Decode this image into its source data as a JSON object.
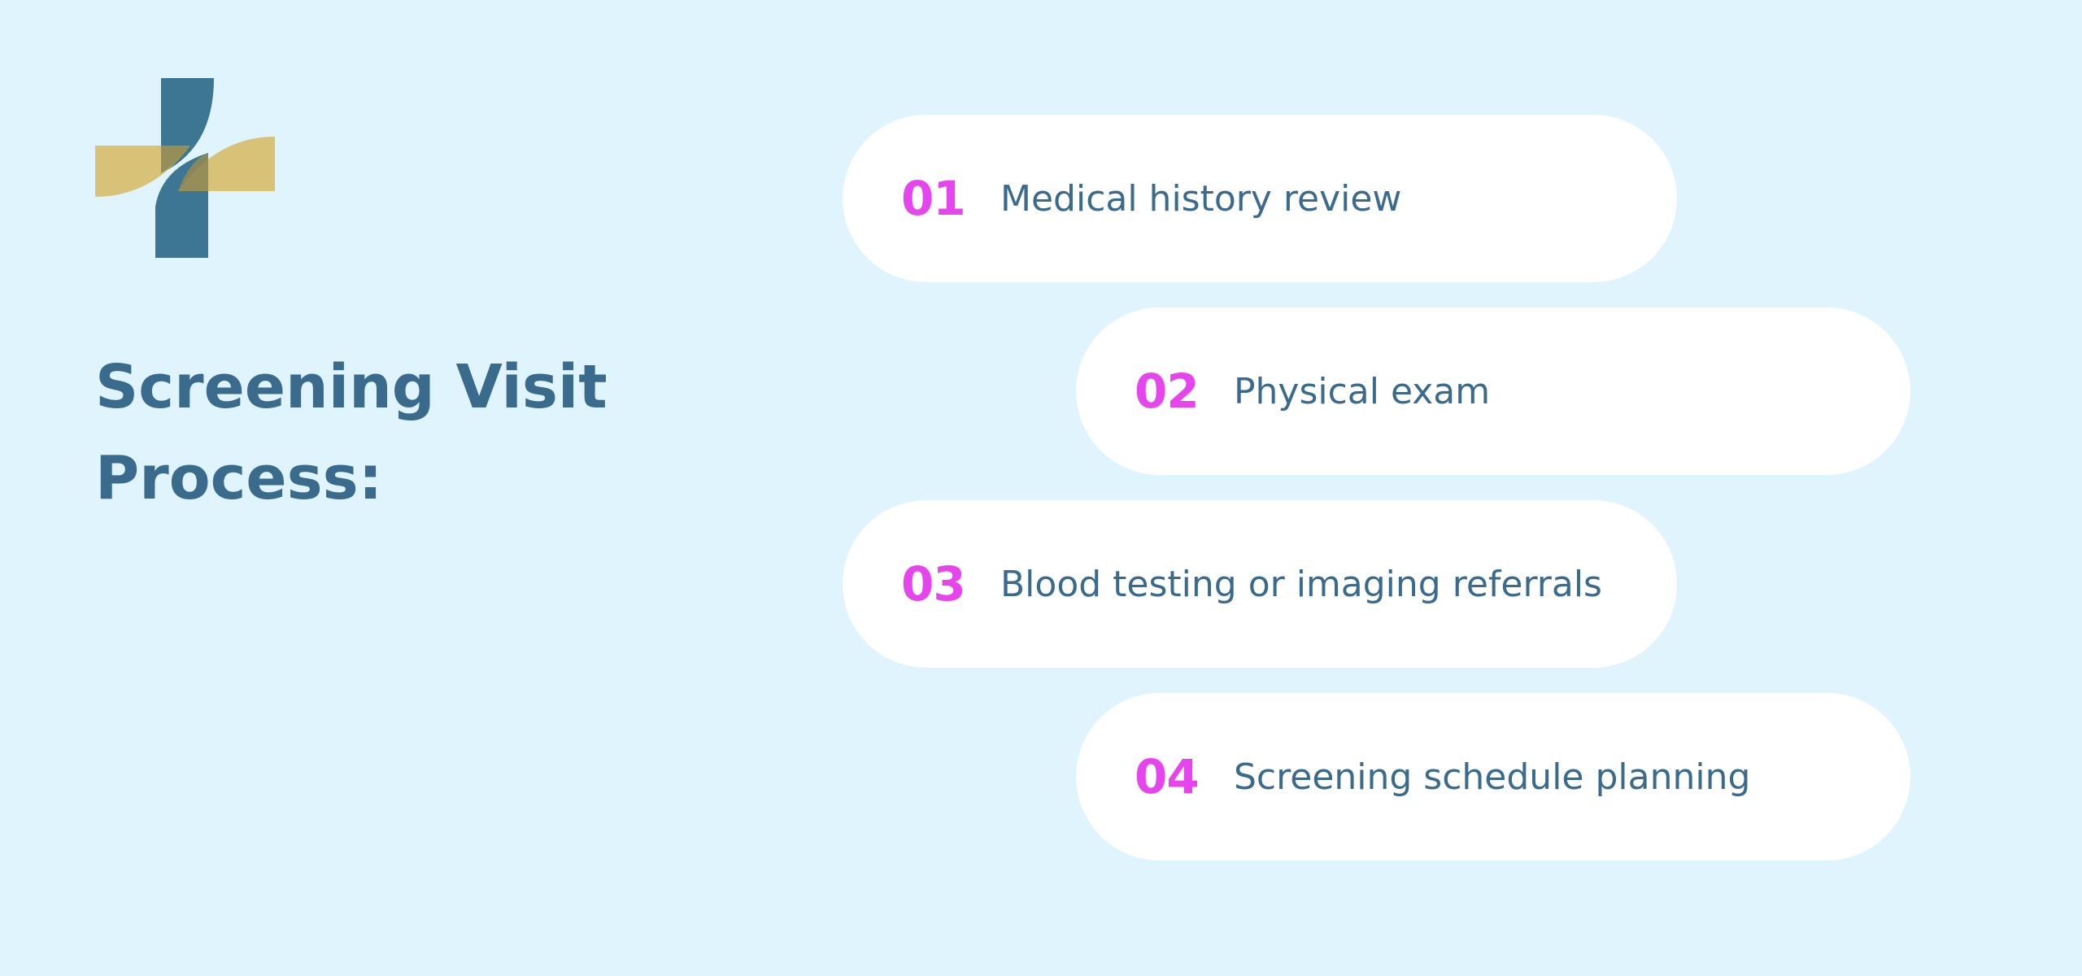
{
  "colors": {
    "background": "#e0f4fd",
    "title": "#3a6a8c",
    "step_number": "#e645ee",
    "step_label": "#3a6a8c",
    "pill": "#ffffff",
    "logo_blue": "#336f8c",
    "logo_gold": "#d7bd6d"
  },
  "logo": {
    "icon": "medical-cross-icon"
  },
  "title": {
    "line1": "Screening Visit",
    "line2": "Process:"
  },
  "steps": [
    {
      "number": "01",
      "label": "Medical history review"
    },
    {
      "number": "02",
      "label": "Physical exam"
    },
    {
      "number": "03",
      "label": "Blood testing or imaging referrals"
    },
    {
      "number": "04",
      "label": "Screening schedule planning"
    }
  ]
}
